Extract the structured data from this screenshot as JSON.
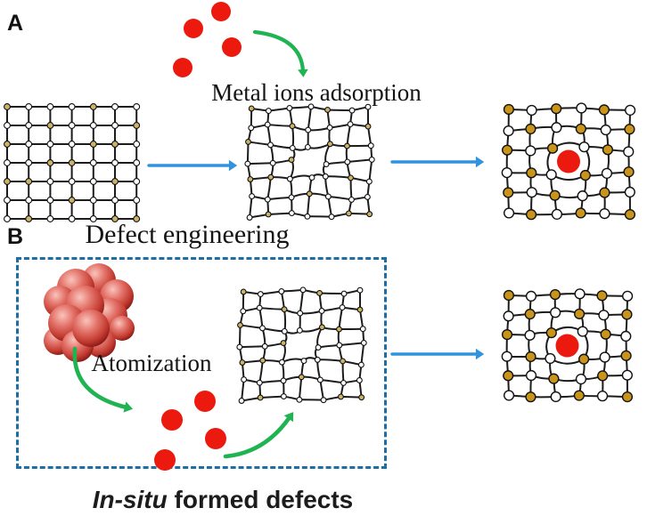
{
  "panel_a": {
    "label": "A",
    "captions": {
      "metal_ions": "Metal ions adsorption",
      "defect_engineering": "Defect engineering"
    }
  },
  "panel_b": {
    "label": "B",
    "captions": {
      "atomization": "Atomization",
      "insitu_italic": "In-situ",
      "insitu_rest": " formed defects"
    }
  },
  "colors": {
    "ion_red": "#ec1a0e",
    "arrow_green": "#1fb352",
    "arrow_blue": "#3193dd",
    "dashed_border_blue": "#1c6ea4",
    "node_gold": "#c8941a",
    "node_tan": "#cdb36a",
    "node_white": "#ffffff",
    "lattice_line": "#1c1c1c",
    "sphere_highlight": "#f9c4bc",
    "sphere_mid": "#e4756c",
    "sphere_deep": "#c23a30",
    "sphere_edge": "#7e1410",
    "text_black": "#141414"
  }
}
